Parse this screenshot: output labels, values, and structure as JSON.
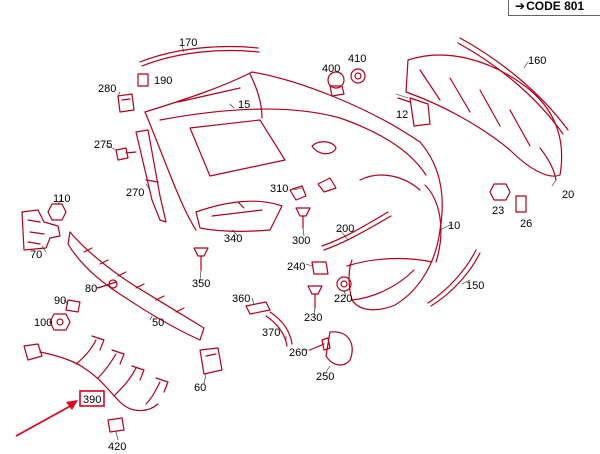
{
  "diagram": {
    "code_label": "CODE 801",
    "line_color": "#b3001b",
    "highlight_color": "#e0001b",
    "part_numbers": {
      "p170": "170",
      "p280": "280",
      "p190": "190",
      "p400": "400",
      "p410": "410",
      "p160": "160",
      "p15": "15",
      "p12": "12",
      "p275": "275",
      "p270": "270",
      "p310": "310",
      "p20": "20",
      "p110": "110",
      "p23": "23",
      "p26": "26",
      "p70": "70",
      "p340": "340",
      "p300": "300",
      "p200": "200",
      "p10": "10",
      "p350": "350",
      "p240": "240",
      "p220": "220",
      "p150": "150",
      "p80": "80",
      "p90": "90",
      "p360": "360",
      "p230": "230",
      "p100": "100",
      "p50": "50",
      "p370": "370",
      "p260": "260",
      "p60": "60",
      "p250": "250",
      "p390": "390",
      "p420": "420"
    }
  }
}
